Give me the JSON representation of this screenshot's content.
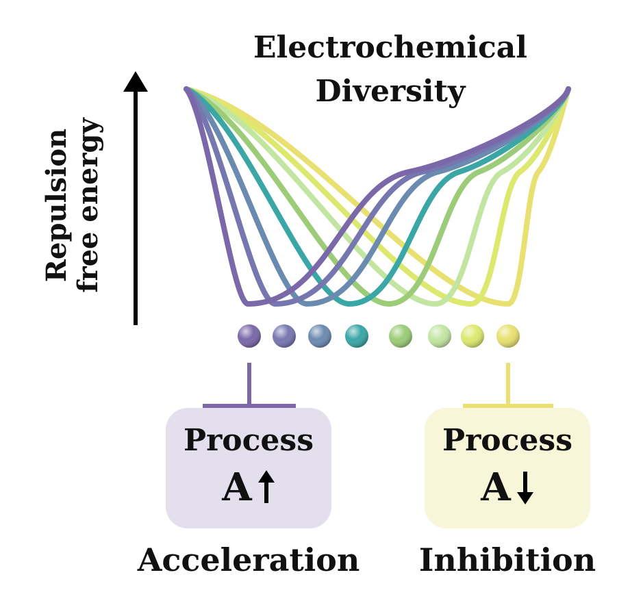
{
  "title": {
    "line1": "Electrochemical",
    "line2": "Diversity"
  },
  "y_axis": {
    "line1": "Repulsion",
    "line2": "free energy"
  },
  "colors": [
    "#7a68a8",
    "#7777b0",
    "#6b8ab0",
    "#3aa6a6",
    "#9ccc78",
    "#c2e6a2",
    "#dde86e",
    "#e8e070"
  ],
  "left_box": {
    "process_label": "Process",
    "letter": "A",
    "arrow": "up-arrow-icon",
    "caption": "Acceleration",
    "color": "#7a68a8",
    "background": "#e3dfec"
  },
  "right_box": {
    "process_label": "Process",
    "letter": "A",
    "arrow": "down-arrow-icon",
    "caption": "Inhibition",
    "color": "#e8e070",
    "background": "#f8f6d8"
  }
}
